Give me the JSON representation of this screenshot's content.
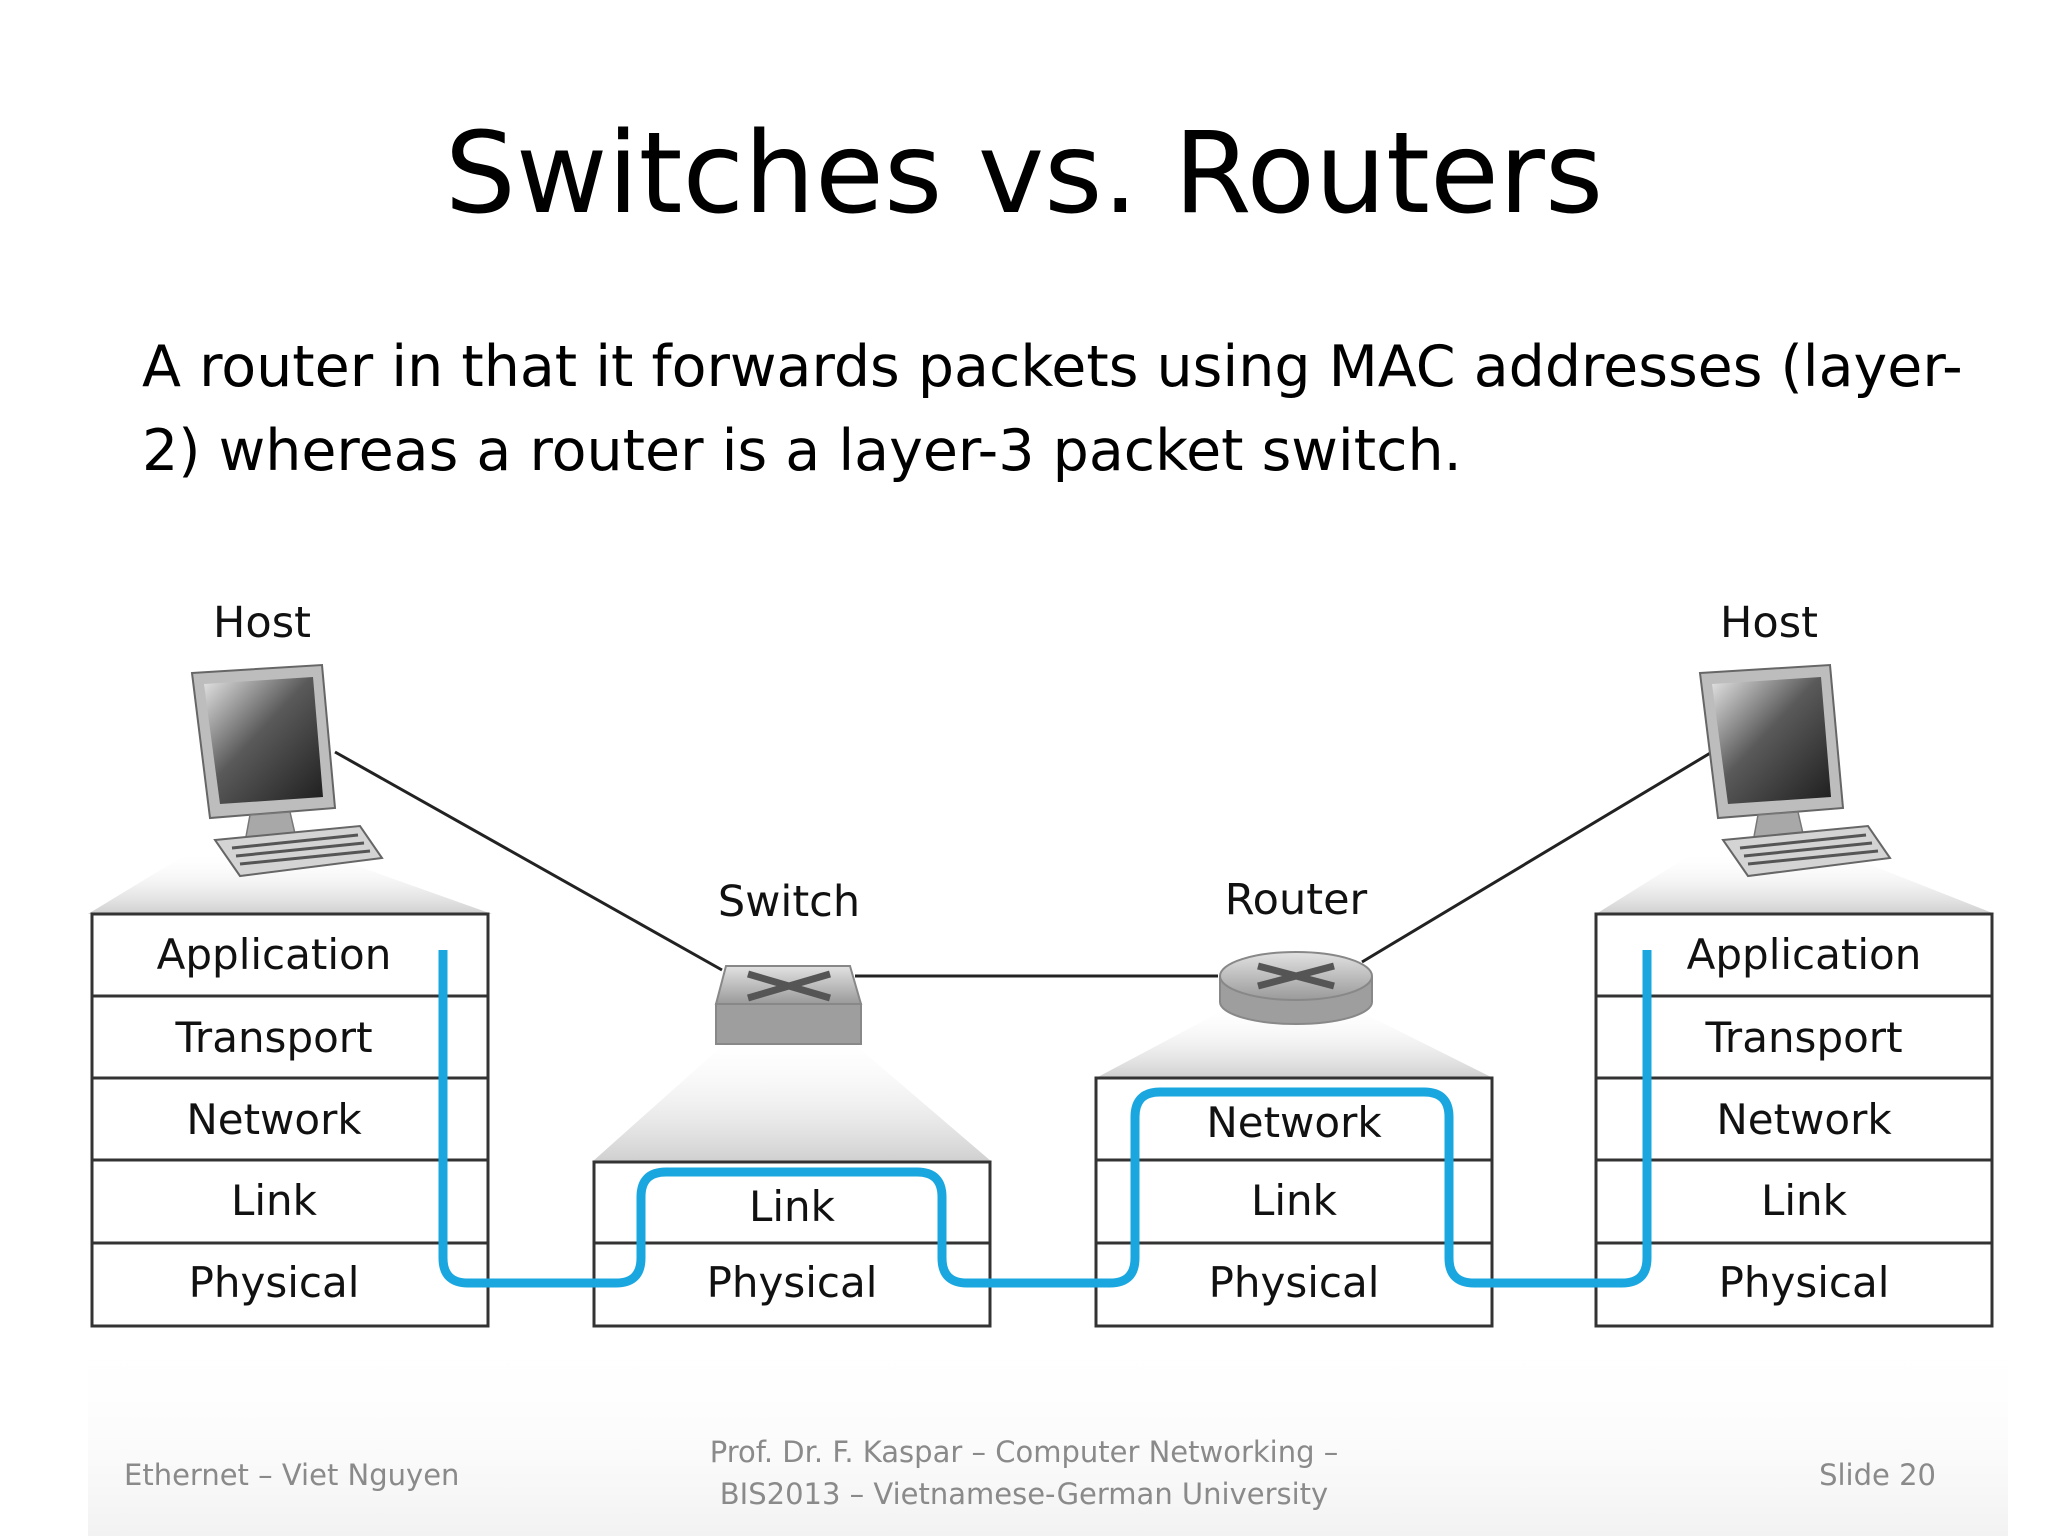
{
  "slide": {
    "title": "Switches vs. Routers",
    "body_lines": [
      "A router in that it forwards packets using MAC addresses (layer-",
      "2) whereas a router is a layer-3 packet switch."
    ]
  },
  "diagram": {
    "left_host": {
      "label": "Host",
      "layers": [
        "Application",
        "Transport",
        "Network",
        "Link",
        "Physical"
      ]
    },
    "switch": {
      "label": "Switch",
      "layers": [
        "Link",
        "Physical"
      ]
    },
    "router": {
      "label": "Router",
      "layers": [
        "Network",
        "Link",
        "Physical"
      ]
    },
    "right_host": {
      "label": "Host",
      "layers": [
        "Application",
        "Transport",
        "Network",
        "Link",
        "Physical"
      ]
    },
    "colors": {
      "path": "#1aa7e0",
      "box_border": "#333333",
      "link_line": "#222222"
    }
  },
  "footer": {
    "left": "Ethernet – Viet Nguyen",
    "center_line1": "Prof. Dr. F. Kaspar – Computer Networking –",
    "center_line2": "BIS2013 – Vietnamese-German University",
    "right": "Slide 20"
  }
}
